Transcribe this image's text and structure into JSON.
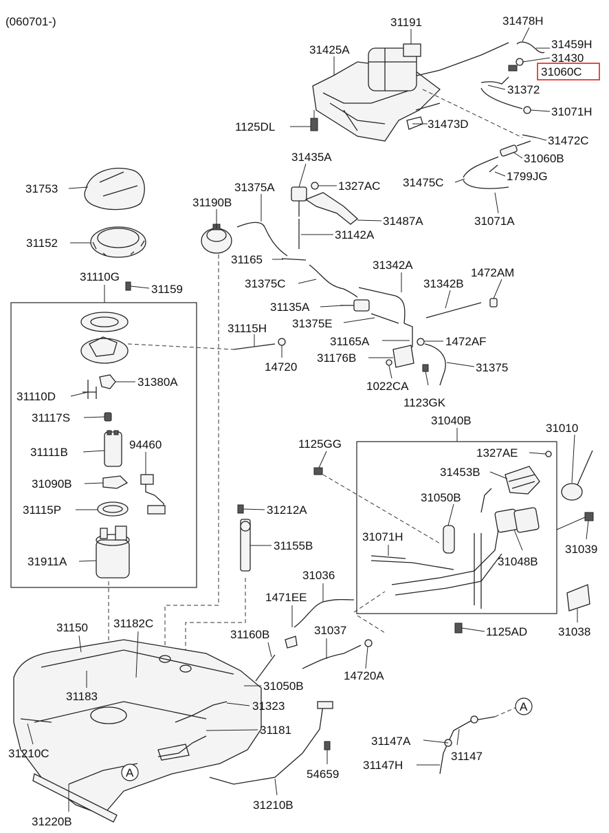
{
  "header": {
    "date_range": "(060701-)"
  },
  "labels": {
    "l31191": "31191",
    "l31478H": "31478H",
    "l31459H": "31459H",
    "l31430": "31430",
    "l31060C": "31060C",
    "l31425A": "31425A",
    "l31372": "31372",
    "l31071H_top": "31071H",
    "l1125DL": "1125DL",
    "l31473D": "31473D",
    "l31472C": "31472C",
    "l31060B": "31060B",
    "l31435A": "31435A",
    "l1799JG": "1799JG",
    "l31753": "31753",
    "l31375A": "31375A",
    "l1327AC": "1327AC",
    "l31475C": "31475C",
    "l31190B": "31190B",
    "l31487A": "31487A",
    "l31071A": "31071A",
    "l31152": "31152",
    "l31142A": "31142A",
    "l31165_a": "31165",
    "l31110G": "31110G",
    "l31342A": "31342A",
    "l1472AM": "1472AM",
    "l31159": "31159",
    "l31375C": "31375C",
    "l31342B": "31342B",
    "l31135A": "31135A",
    "l31375E": "31375E",
    "l31115H": "31115H",
    "l31165A": "31165A",
    "l1472AF": "1472AF",
    "l31176B": "31176B",
    "l14720": "14720",
    "l31375": "31375",
    "l31380A": "31380A",
    "l1022CA": "1022CA",
    "l31110D": "31110D",
    "l1123GK": "1123GK",
    "l31040B": "31040B",
    "l31010": "31010",
    "l31117S": "31117S",
    "l1125GG": "1125GG",
    "l1327AE": "1327AE",
    "l94460": "94460",
    "l31111B": "31111B",
    "l31453B": "31453B",
    "l31090B": "31090B",
    "l31050B_top": "31050B",
    "l31115P": "31115P",
    "l31212A": "31212A",
    "l31071H_mid": "31071H",
    "l31039": "31039",
    "l31155B": "31155B",
    "l31048B": "31048B",
    "l31911A": "31911A",
    "l31036": "31036",
    "l1471EE": "1471EE",
    "l31150": "31150",
    "l31182C": "31182C",
    "l1125AD": "1125AD",
    "l31038": "31038",
    "l31160B": "31160B",
    "l31037": "31037",
    "l14720A": "14720A",
    "l31183": "31183",
    "l31050B_bot": "31050B",
    "l31323": "31323",
    "l31181": "31181",
    "l31147A": "31147A",
    "l31147": "31147",
    "l31210C": "31210C",
    "l54659": "54659",
    "l31147H": "31147H",
    "l31220B": "31220B",
    "l31210B": "31210B",
    "ref_a1": "A",
    "ref_a2": "A"
  },
  "highlight": {
    "part": "31060C",
    "color": "#e02020"
  }
}
